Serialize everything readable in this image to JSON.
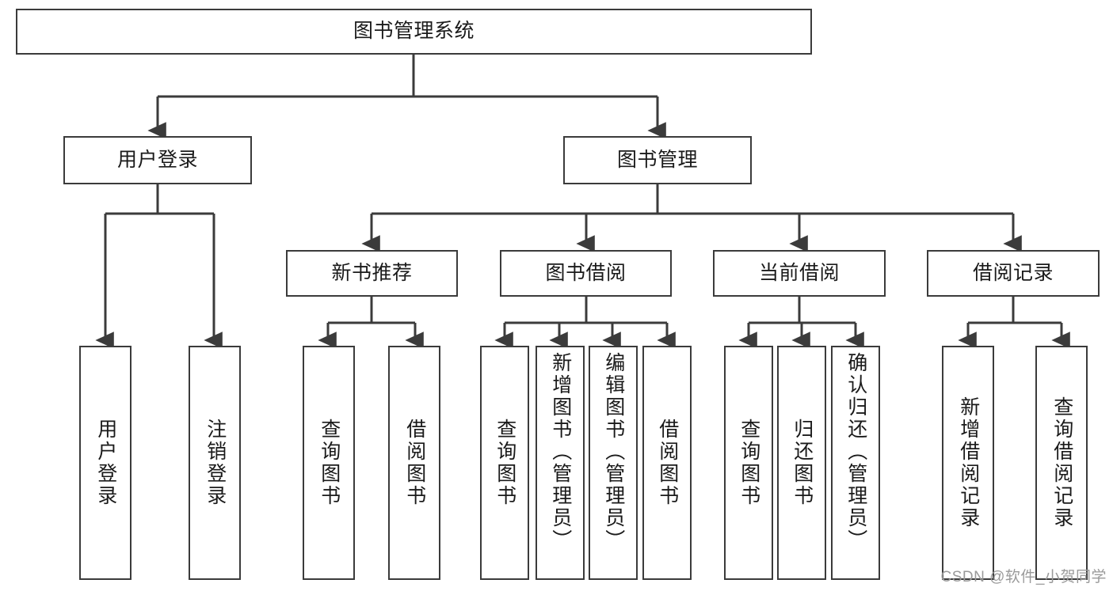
{
  "diagram": {
    "title": "图书管理系统",
    "watermark": "CSDN @软件_小贺同学",
    "colors": {
      "box_stroke": "#3b3b3b",
      "box_fill": "#ffffff",
      "edge_stroke": "#3b3b3b",
      "text": "#1a1a1a",
      "watermark": "#9a9a9a",
      "background": "#ffffff"
    },
    "levels": {
      "root": {
        "label": "图书管理系统"
      },
      "level2": [
        {
          "label": "用户登录"
        },
        {
          "label": "图书管理"
        }
      ],
      "level3": [
        {
          "label": "新书推荐"
        },
        {
          "label": "图书借阅"
        },
        {
          "label": "当前借阅"
        },
        {
          "label": "借阅记录"
        }
      ],
      "leaves": {
        "user_login": [
          {
            "label": "用户登录"
          },
          {
            "label": "注销登录"
          }
        ],
        "new_book_recommend": [
          {
            "label": "查询图书"
          },
          {
            "label": "借阅图书"
          }
        ],
        "book_borrow": [
          {
            "label": "查询图书"
          },
          {
            "label": "新增图书（管理员）"
          },
          {
            "label": "编辑图书（管理员）"
          },
          {
            "label": "借阅图书"
          }
        ],
        "current_borrow": [
          {
            "label": "查询图书"
          },
          {
            "label": "归还图书"
          },
          {
            "label": "确认归还（管理员）"
          }
        ],
        "borrow_record": [
          {
            "label": "新增借阅记录"
          },
          {
            "label": "查询借阅记录"
          }
        ]
      }
    }
  }
}
